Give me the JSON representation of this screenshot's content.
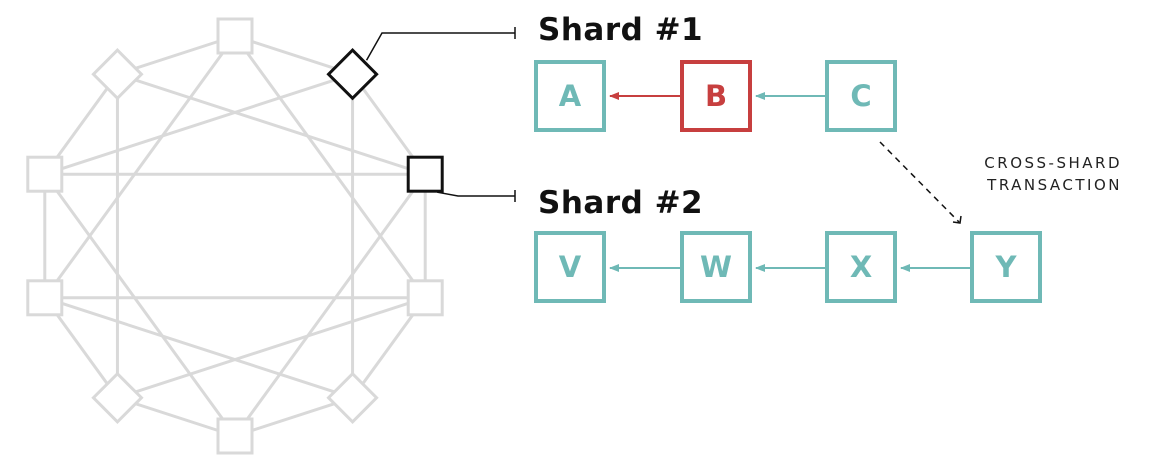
{
  "shards": [
    {
      "title": "Shard #1",
      "blocks": [
        {
          "label": "A",
          "highlight": false
        },
        {
          "label": "B",
          "highlight": true
        },
        {
          "label": "C",
          "highlight": false
        }
      ]
    },
    {
      "title": "Shard #2",
      "blocks": [
        {
          "label": "V",
          "highlight": false
        },
        {
          "label": "W",
          "highlight": false
        },
        {
          "label": "X",
          "highlight": false
        },
        {
          "label": "Y",
          "highlight": false
        }
      ]
    }
  ],
  "cross_shard": {
    "line1": "CROSS-SHARD",
    "line2": "TRANSACTION"
  },
  "colors": {
    "block": "#6fb9b6",
    "highlight": "#c73f3f",
    "network": "#d9d9d9",
    "connector": "#111111"
  }
}
